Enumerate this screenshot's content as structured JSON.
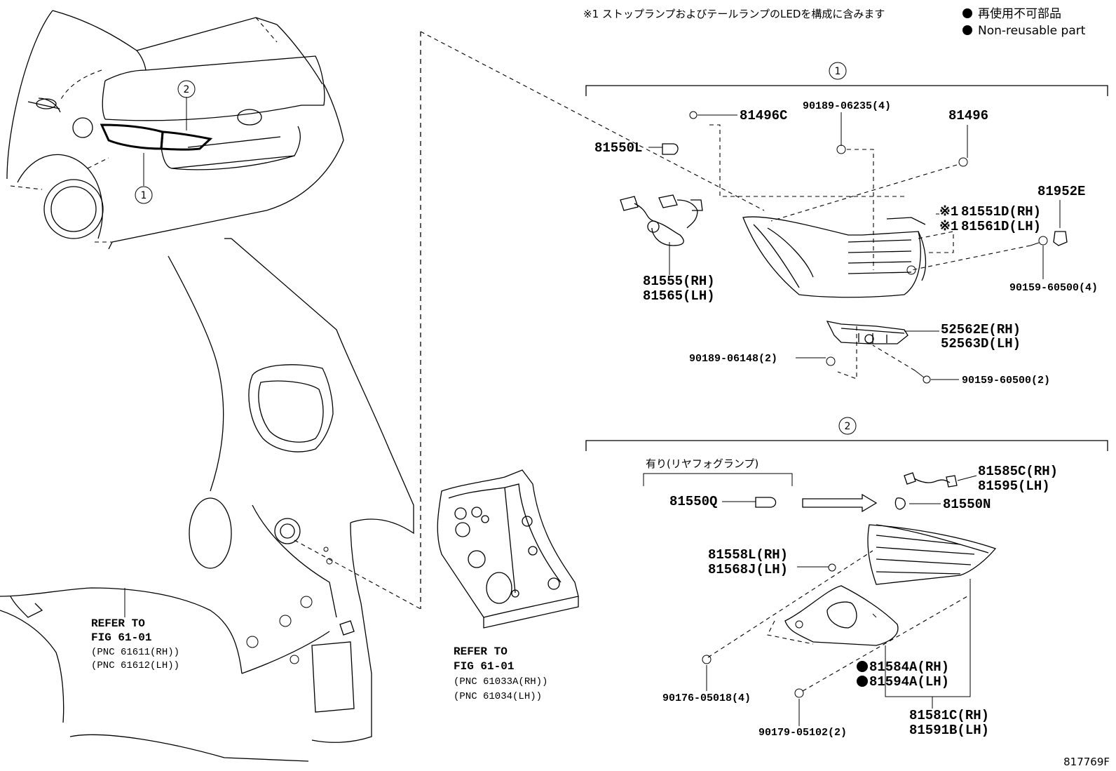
{
  "note": {
    "footnote": "※1 ストップランプおよびテールランプのLEDを構成に含みます",
    "legend_jp": "再使用不可部品",
    "legend_en": "Non-reusable part"
  },
  "callouts": {
    "c1": "1",
    "c2": "2"
  },
  "group1": {
    "p81496c": "81496C",
    "p90189_06235": "90189-06235(4)",
    "p81496": "81496",
    "p81550l": "81550L",
    "p81952e": "81952E",
    "mark1": "※1",
    "p81551d": "81551D(RH)",
    "p81561d": "81561D(LH)",
    "p90159_60500_4": "90159-60500(4)",
    "p81555": "81555(RH)",
    "p81565": "81565(LH)",
    "p52562e": "52562E(RH)",
    "p52563d": "52563D(LH)",
    "p90189_06148": "90189-06148(2)",
    "p90159_60500_2": "90159-60500(2)"
  },
  "group2": {
    "fog_label": "有り(リヤフォグランプ)",
    "p81585c": "81585C(RH)",
    "p81595": "81595(LH)",
    "p81550q": "81550Q",
    "p81550n": "81550N",
    "p81558l": "81558L(RH)",
    "p81568j": "81568J(LH)",
    "p81584a": "81584A(RH)",
    "p81594a": "81594A(LH)",
    "p90176": "90176-05018(4)",
    "p81581c": "81581C(RH)",
    "p81591b": "81591B(LH)",
    "p90179": "90179-05102(2)"
  },
  "refs": {
    "ref1_line1": "REFER TO",
    "ref1_line2": "FIG 61-01",
    "ref1_pnc1": "(PNC 61611(RH))",
    "ref1_pnc2": "(PNC 61612(LH))",
    "ref2_line1": "REFER TO",
    "ref2_line2": "FIG 61-01",
    "ref2_pnc1": "(PNC 61033A(RH))",
    "ref2_pnc2": "(PNC 61034(LH))"
  },
  "figure_id": "817769F"
}
